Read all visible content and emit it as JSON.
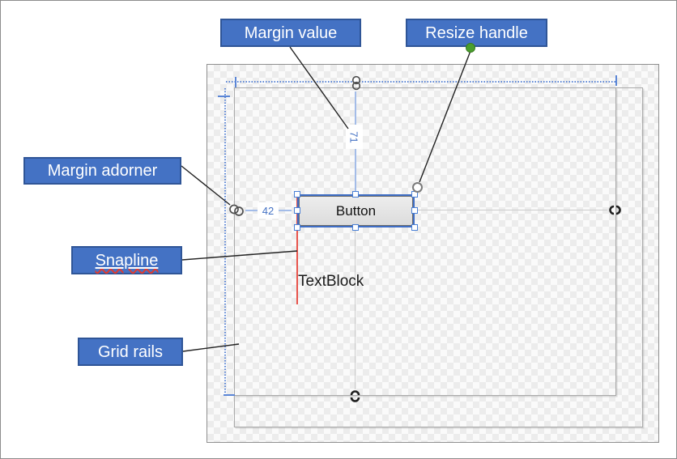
{
  "callouts": {
    "margin_value": "Margin value",
    "resize_handle": "Resize handle",
    "margin_adorner": "Margin adorner",
    "snapline": "Snapline",
    "grid_rails": "Grid rails"
  },
  "designer": {
    "button_text": "Button",
    "textblock_text": "TextBlock",
    "margin_top": "71",
    "margin_left": "42"
  },
  "icons": {
    "top_anchor": "chain-link-icon",
    "left_anchor": "chain-link-icon",
    "right_edge": "broken-chain-icon",
    "bottom_edge": "broken-chain-icon",
    "resize": "resize-handle-circle",
    "callout_marker": "green-dot"
  },
  "colors": {
    "callout_fill": "#4472c4",
    "callout_border": "#2f5597",
    "callout_text": "#ffffff",
    "selection_blue": "#3e6dc5",
    "rail_blue": "#5b86d6",
    "margin_line_blue": "#a3bce8",
    "margin_text_blue": "#4472c4",
    "snapline_red": "#e8544c",
    "green_dot": "#4a9e2d",
    "anchor_line_gray": "#cccccc"
  }
}
